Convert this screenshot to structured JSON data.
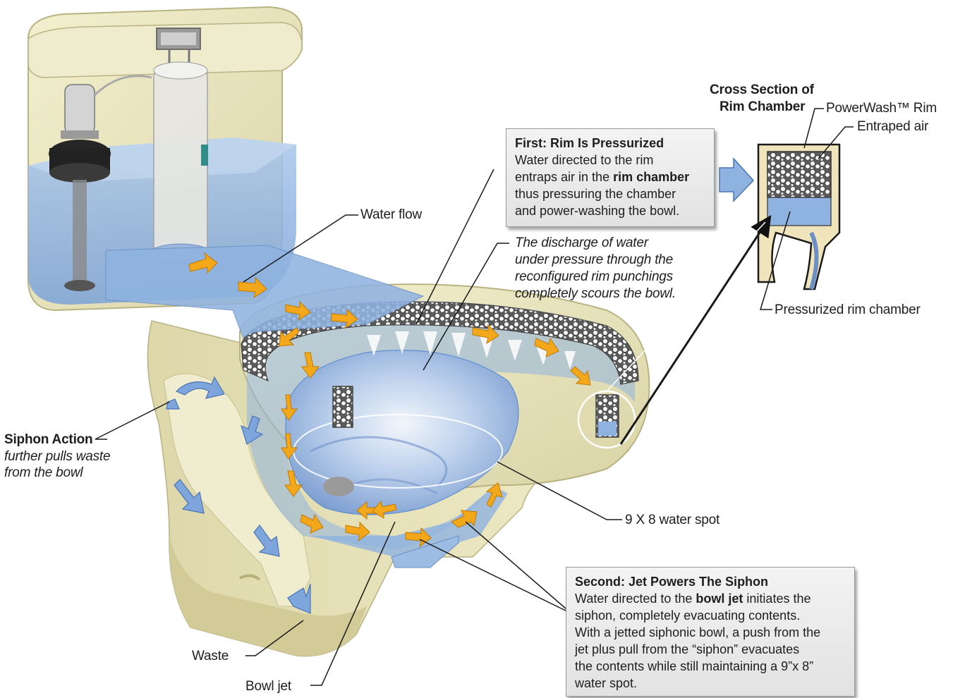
{
  "labels": {
    "water_flow": "Water flow",
    "siphon_title": "Siphon Action",
    "siphon_line1": "further pulls waste",
    "siphon_line2": "from the bowl",
    "waste": "Waste",
    "bowl_jet": "Bowl jet",
    "water_spot": "9 X 8 water spot",
    "discharge_line1": "The discharge of water",
    "discharge_line2": "under pressure through the",
    "discharge_line3": "reconfigured rim punchings",
    "discharge_line4": "completely scours the bowl.",
    "cross_section_line1": "Cross Section of",
    "cross_section_line2": "Rim Chamber",
    "powerwash_rim": "PowerWash™ Rim",
    "entraped_air": "Entraped air",
    "pressurized_chamber": "Pressurized rim chamber"
  },
  "first_box": {
    "heading": "First:  Rim Is Pressurized",
    "line1": "Water directed to the rim",
    "line2_pre": "entraps air in the ",
    "line2_bold": "rim chamber",
    "line3": "thus pressuring the chamber",
    "line4": "and power-washing the bowl."
  },
  "second_box": {
    "heading": "Second:  Jet Powers The Siphon",
    "line1_pre": "Water directed to the ",
    "line1_bold": "bowl jet",
    "line1_post": " initiates the",
    "line2": "siphon, completely evacuating contents.",
    "line3": "With a jetted siphonic bowl, a push from the",
    "line4": "jet plus pull from the “siphon” evacuates",
    "line5": "the contents while still maintaining a 9”x 8”",
    "line6": "water spot."
  },
  "colors": {
    "porcelain": "#eae6bf",
    "porcelain_shadow": "#cfc899",
    "water": "#8fb3e0",
    "water_dark": "#5f8fd0",
    "flow_arrow": "#f2a81a",
    "siphon_arrow": "#7ea6dc"
  }
}
